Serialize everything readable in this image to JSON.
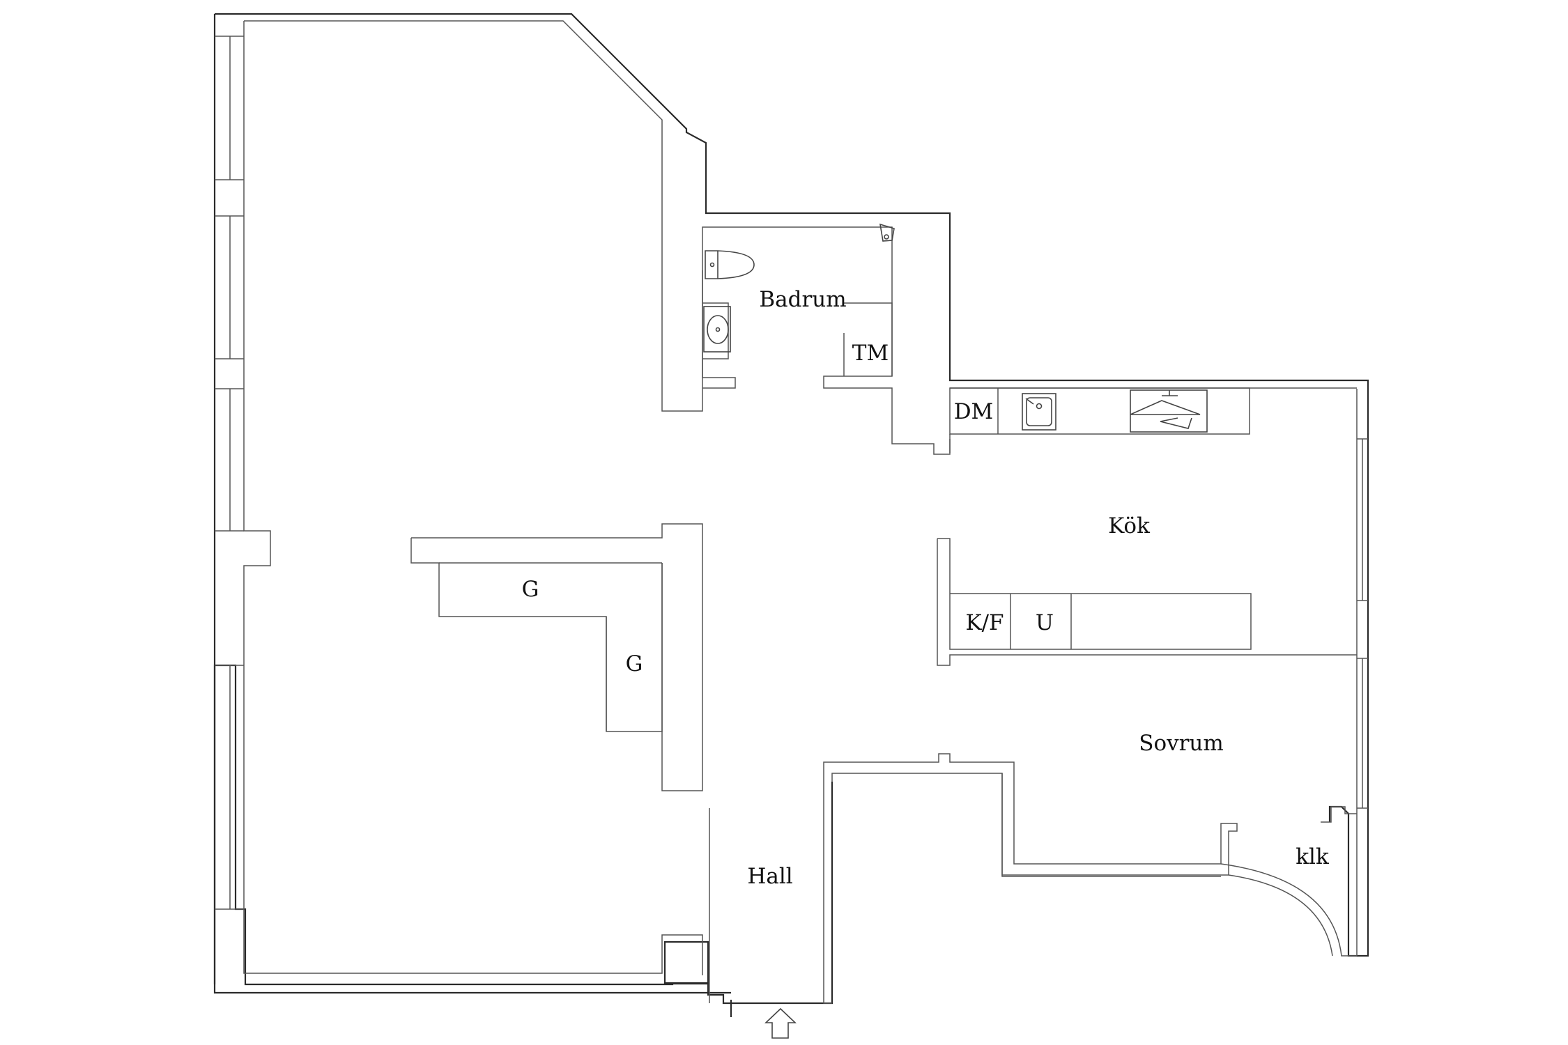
{
  "rooms": {
    "badrum": "Badrum",
    "kok": "Kök",
    "sovrum": "Sovrum",
    "hall": "Hall",
    "klk": "klk"
  },
  "fixtures": {
    "tm": "TM",
    "dm": "DM",
    "kf": "K/F",
    "u": "U",
    "g_top": "G",
    "g_side": "G"
  },
  "icons": {
    "entrance": "arrow-up-icon",
    "toilet": "toilet-icon",
    "sink_bathroom": "sink-icon",
    "shower": "shower-head-icon",
    "sink_kitchen": "kitchen-sink-icon",
    "stove": "stove-icon"
  }
}
